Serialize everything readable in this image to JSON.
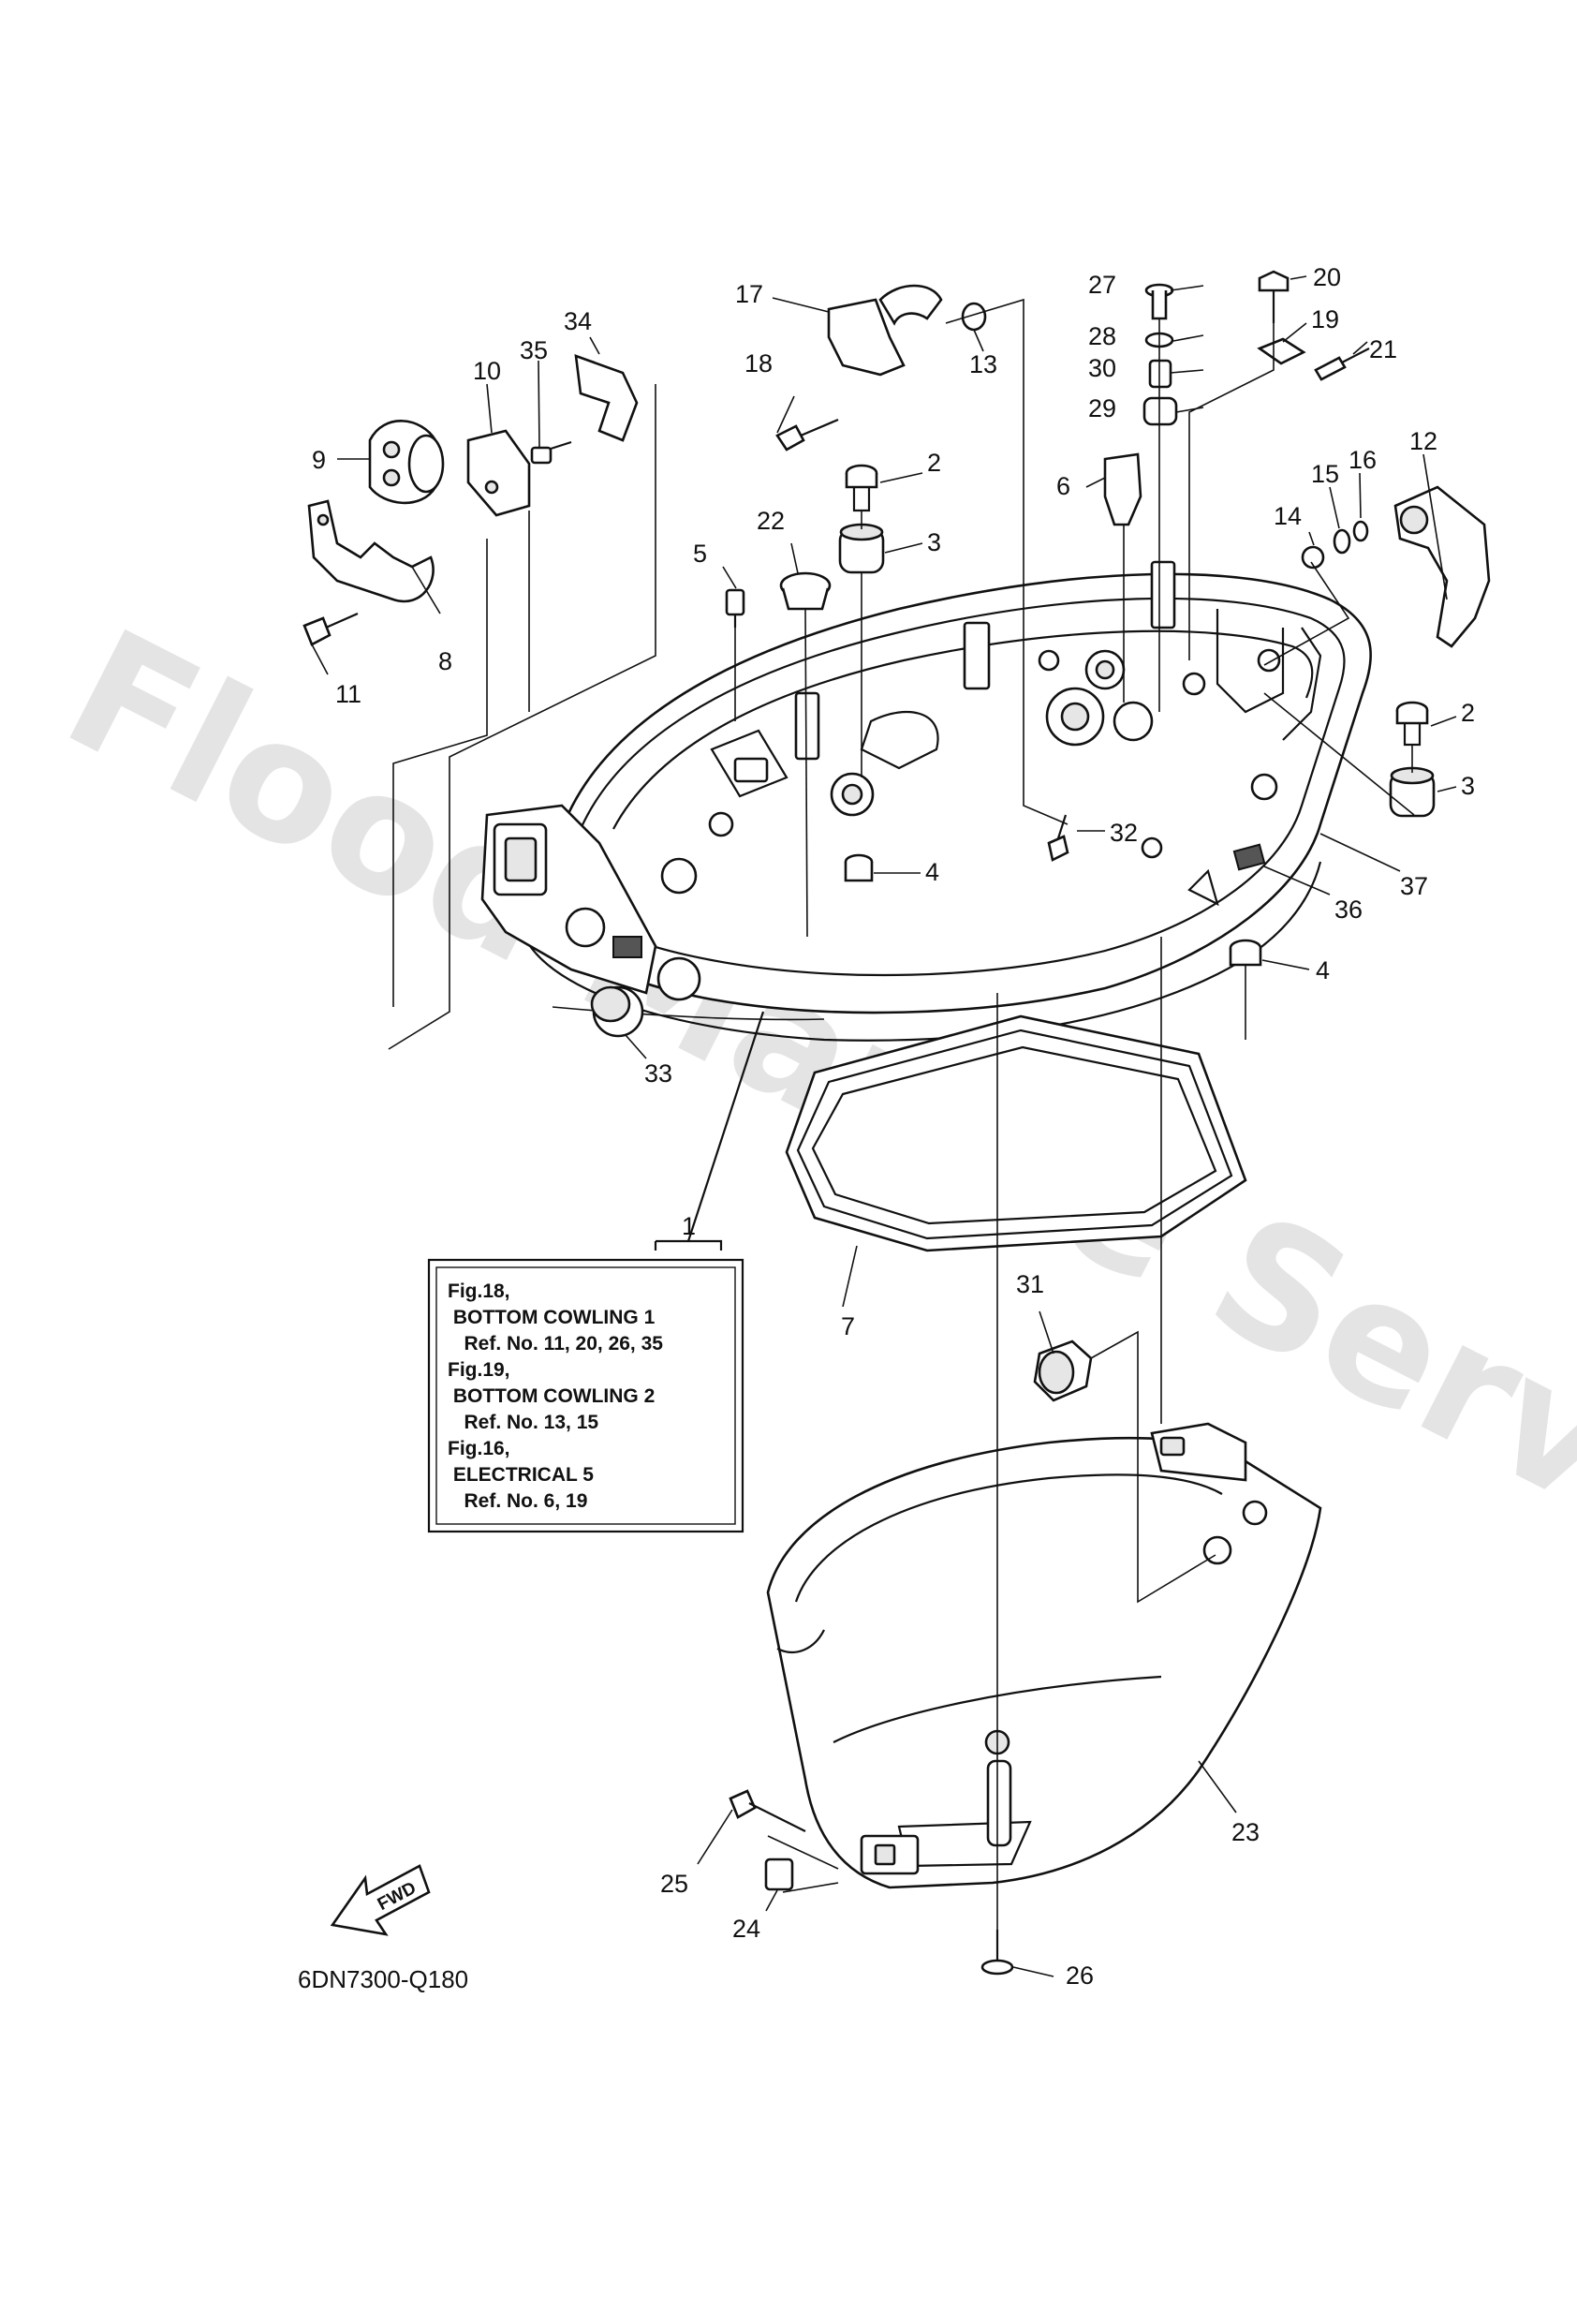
{
  "watermark": "Flood Marine Services",
  "diagram_code": "6DN7300-Q180",
  "fwd_label": "FWD",
  "main_label": "1",
  "reference_notes": [
    "Fig.18,",
    " BOTTOM COWLING 1",
    "   Ref. No. 11, 20, 26, 35",
    "Fig.19,",
    " BOTTOM COWLING 2",
    "   Ref. No. 13, 15",
    "Fig.16,",
    " ELECTRICAL 5",
    "   Ref. No. 6, 19"
  ],
  "part_callouts": [
    {
      "id": "p2a",
      "number": "2"
    },
    {
      "id": "p2b",
      "number": "2"
    },
    {
      "id": "p3a",
      "number": "3"
    },
    {
      "id": "p3b",
      "number": "3"
    },
    {
      "id": "p4a",
      "number": "4"
    },
    {
      "id": "p4b",
      "number": "4"
    },
    {
      "id": "p5",
      "number": "5"
    },
    {
      "id": "p6",
      "number": "6"
    },
    {
      "id": "p7",
      "number": "7"
    },
    {
      "id": "p8",
      "number": "8"
    },
    {
      "id": "p9",
      "number": "9"
    },
    {
      "id": "p10",
      "number": "10"
    },
    {
      "id": "p11",
      "number": "11"
    },
    {
      "id": "p12",
      "number": "12"
    },
    {
      "id": "p13",
      "number": "13"
    },
    {
      "id": "p14",
      "number": "14"
    },
    {
      "id": "p15",
      "number": "15"
    },
    {
      "id": "p16",
      "number": "16"
    },
    {
      "id": "p17",
      "number": "17"
    },
    {
      "id": "p18",
      "number": "18"
    },
    {
      "id": "p19",
      "number": "19"
    },
    {
      "id": "p20",
      "number": "20"
    },
    {
      "id": "p21",
      "number": "21"
    },
    {
      "id": "p22",
      "number": "22"
    },
    {
      "id": "p23",
      "number": "23"
    },
    {
      "id": "p24",
      "number": "24"
    },
    {
      "id": "p25",
      "number": "25"
    },
    {
      "id": "p26",
      "number": "26"
    },
    {
      "id": "p27",
      "number": "27"
    },
    {
      "id": "p28",
      "number": "28"
    },
    {
      "id": "p29",
      "number": "29"
    },
    {
      "id": "p30",
      "number": "30"
    },
    {
      "id": "p31",
      "number": "31"
    },
    {
      "id": "p32",
      "number": "32"
    },
    {
      "id": "p33",
      "number": "33"
    },
    {
      "id": "p34",
      "number": "34"
    },
    {
      "id": "p35",
      "number": "35"
    },
    {
      "id": "p36",
      "number": "36"
    },
    {
      "id": "p37",
      "number": "37"
    }
  ]
}
